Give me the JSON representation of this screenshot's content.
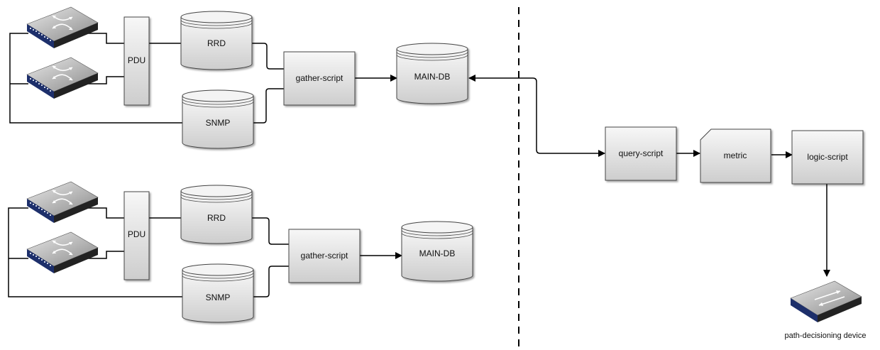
{
  "diagram": {
    "top": {
      "pdu": "PDU",
      "rrd": "RRD",
      "snmp": "SNMP",
      "gather": "gather-script",
      "db": "MAIN-DB"
    },
    "bottom": {
      "pdu": "PDU",
      "rrd": "RRD",
      "snmp": "SNMP",
      "gather": "gather-script",
      "db": "MAIN-DB"
    },
    "right": {
      "query": "query-script",
      "metric": "metric",
      "logic": "logic-script",
      "device": "path-decisioning device"
    }
  }
}
